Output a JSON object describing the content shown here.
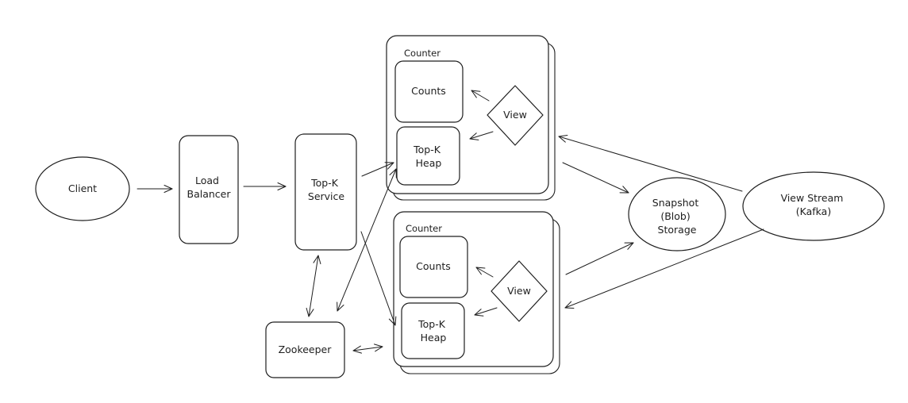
{
  "nodes": {
    "client": "Client",
    "load_balancer": [
      "Load",
      "Balancer"
    ],
    "topk_service": [
      "Top-K",
      "Service"
    ],
    "zookeeper": "Zookeeper",
    "counter_1": {
      "title": "Counter",
      "counts": "Counts",
      "heap": [
        "Top-K",
        "Heap"
      ],
      "view": "View"
    },
    "counter_2": {
      "title": "Counter",
      "counts": "Counts",
      "heap": [
        "Top-K",
        "Heap"
      ],
      "view": "View"
    },
    "snapshot_storage": [
      "Snapshot",
      "(Blob)",
      "Storage"
    ],
    "view_stream": [
      "View Stream",
      "(Kafka)"
    ]
  },
  "colors": {
    "stroke": "#1e1e1e",
    "background": "#ffffff"
  }
}
